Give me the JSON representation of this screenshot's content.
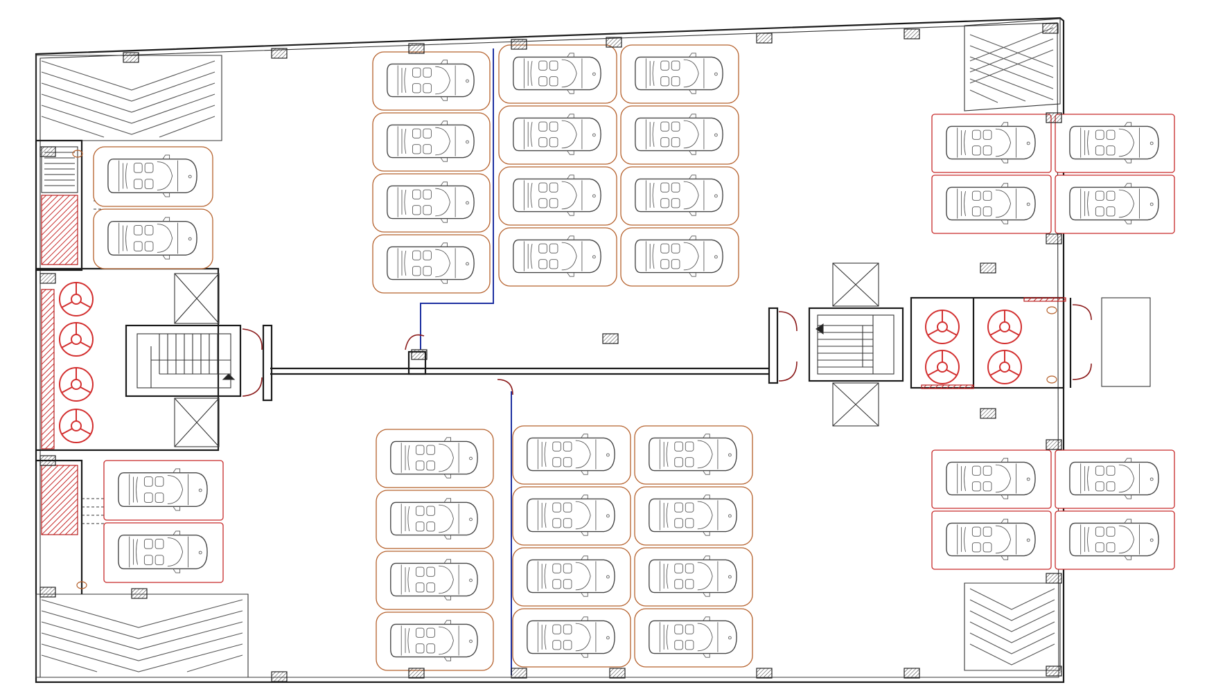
{
  "drawing": {
    "colors": {
      "wall": "#1a1a1a",
      "stall_outline": "#b5602b",
      "stall_outline_red": "#c62828",
      "car": "#444444",
      "water_tank": "#d32f2f",
      "drain_line": "#1c2fa0",
      "door": "#8b1a1a"
    },
    "stall_groups": [
      {
        "outline": "stall",
        "rows": 4,
        "cols": 1,
        "cars": 4
      },
      {
        "outline": "stall",
        "rows": 4,
        "cols": 2,
        "cars": 8
      },
      {
        "outline": "stall",
        "rows": 4,
        "cols": 1,
        "cars": 4
      },
      {
        "outline": "stall",
        "rows": 4,
        "cols": 2,
        "cars": 8
      },
      {
        "outline": "stall-red",
        "rows": 2,
        "cols": 2,
        "cars": 4
      },
      {
        "outline": "stall-red",
        "rows": 2,
        "cols": 2,
        "cars": 4
      },
      {
        "outline": "stall",
        "rows": 2,
        "cols": 1,
        "cars": 2
      },
      {
        "outline": "stall-red",
        "rows": 2,
        "cols": 1,
        "cars": 2
      }
    ],
    "water_tanks": 8,
    "ramps": 4,
    "staircases": 2,
    "icons": [
      "car-icon",
      "water-tank-icon",
      "stair-icon",
      "ramp-chevron-icon",
      "column-icon",
      "door-swing-icon",
      "toilet-icon"
    ]
  }
}
